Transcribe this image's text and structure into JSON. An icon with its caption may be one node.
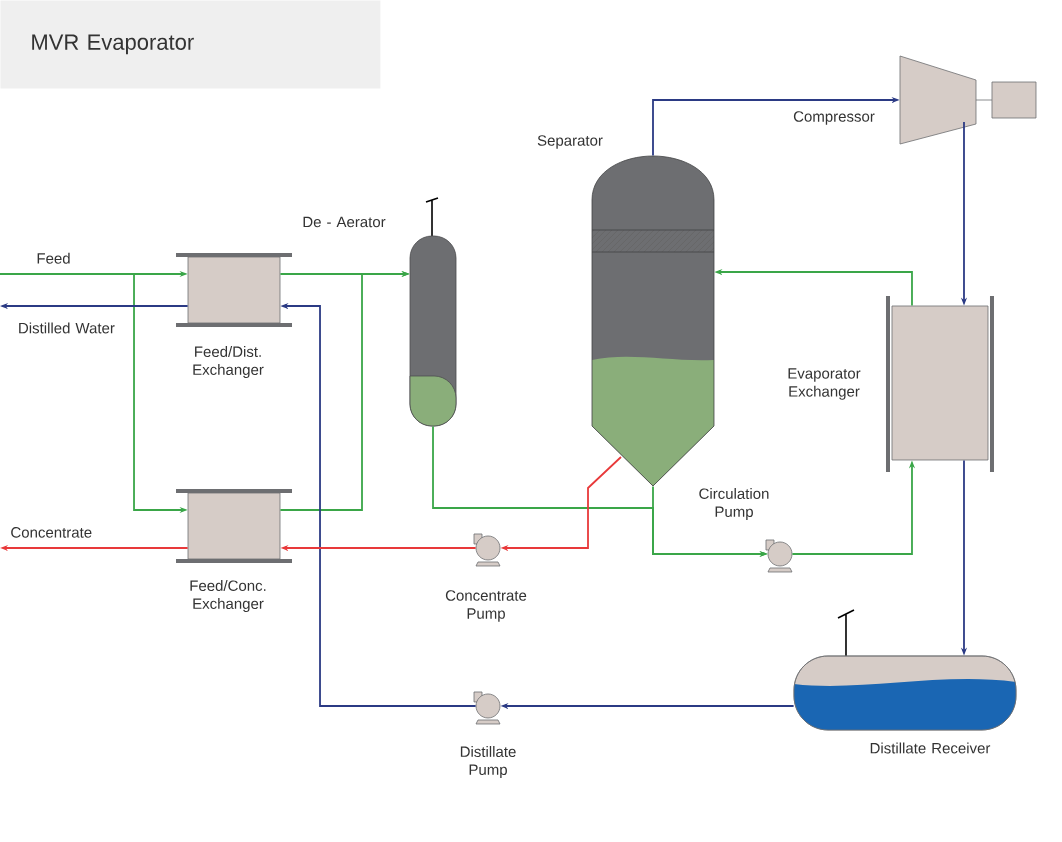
{
  "diagram": {
    "title": "MVR Evaporator",
    "nodes": [
      {
        "text": [
          "Feed"
        ]
      },
      {
        "text": [
          "Distilled Water"
        ]
      },
      {
        "text": [
          "Concentrate"
        ]
      },
      {
        "text": [
          "Feed/Dist. Exchanger"
        ]
      },
      {
        "text": [
          "Feed/Conc. Exchanger"
        ]
      },
      {
        "text": [
          "De - Aerator"
        ]
      },
      {
        "text": [
          "Separator"
        ]
      },
      {
        "text": [
          "Compressor"
        ]
      },
      {
        "text": [
          "Evaporator Exchanger"
        ]
      },
      {
        "text": [
          "Circulation Pump"
        ]
      },
      {
        "text": [
          "Concentrate Pump"
        ]
      },
      {
        "text": [
          "Distillate Pump"
        ]
      },
      {
        "text": [
          "Distillate Receiver"
        ]
      }
    ],
    "edges": [
      {
        "from": 0,
        "to": 3,
        "arrow": "to"
      },
      {
        "from": 0,
        "to": 4,
        "arrow": "to"
      },
      {
        "from": 3,
        "to": 5,
        "arrow": "to"
      },
      {
        "from": 4,
        "to": 5,
        "arrow": "to"
      },
      {
        "from": 5,
        "to": 9,
        "arrow": "to"
      },
      {
        "from": 6,
        "to": 9,
        "arrow": "to"
      },
      {
        "from": 9,
        "to": 8,
        "arrow": "to"
      },
      {
        "from": 8,
        "to": 6,
        "arrow": "to"
      },
      {
        "from": 6,
        "to": 7,
        "arrow": "to",
        "color": "#2b3a84"
      },
      {
        "from": 7,
        "to": 8,
        "arrow": "to",
        "color": "#2b3a84"
      },
      {
        "from": 8,
        "to": 12,
        "arrow": "to",
        "color": "#2b3a84"
      },
      {
        "from": 12,
        "to": 11,
        "arrow": "to",
        "color": "#2b3a84"
      },
      {
        "from": 11,
        "to": 3,
        "arrow": "to",
        "color": "#2b3a84"
      },
      {
        "from": 3,
        "to": 1,
        "arrow": "to",
        "color": "#2b3a84"
      },
      {
        "from": 6,
        "to": 10,
        "arrow": "to",
        "color": "#e8393a"
      },
      {
        "from": 10,
        "to": 4,
        "arrow": "to",
        "color": "#e8393a"
      },
      {
        "from": 4,
        "to": 2,
        "arrow": "to",
        "color": "#e8393a"
      }
    ]
  }
}
